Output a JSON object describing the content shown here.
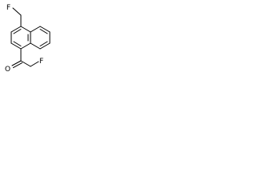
{
  "structure": {
    "type": "skeletal-formula",
    "atoms": {
      "fluorine_top": "F",
      "oxygen_carbonyl": "O",
      "fluorine_side": "F"
    }
  }
}
